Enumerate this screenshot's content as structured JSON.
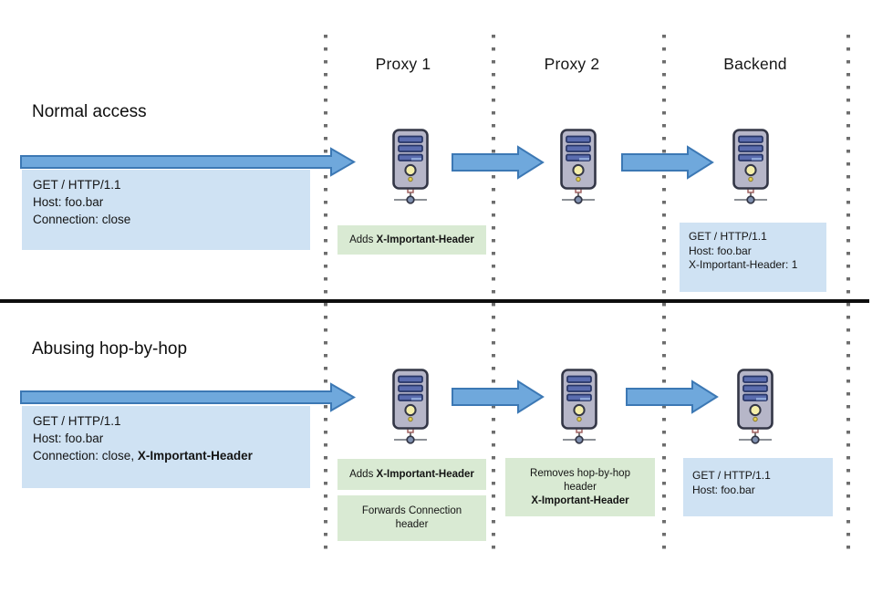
{
  "colors": {
    "arrow_fill": "#6fa8dc",
    "arrow_stroke": "#3c78b4",
    "request_box_bg": "#cfe2f3",
    "note_box_bg": "#d9ead3",
    "divider": "#0d0d0d",
    "dotted_line": "#6e6e6e"
  },
  "columns": {
    "proxy1": "Proxy 1",
    "proxy2": "Proxy 2",
    "backend": "Backend"
  },
  "icons": {
    "server": "server-tower-icon"
  },
  "top": {
    "heading": "Normal access",
    "client_request": {
      "line1": "GET / HTTP/1.1",
      "line2": "Host: foo.bar",
      "line3": "Connection: close"
    },
    "proxy1_note": {
      "text": "Adds ",
      "bold": "X-Important-Header"
    },
    "backend_request": {
      "line1": "GET / HTTP/1.1",
      "line2": "Host: foo.bar",
      "line3": "X-Important-Header: 1"
    }
  },
  "bottom": {
    "heading": "Abusing hop-by-hop",
    "client_request": {
      "line1": "GET / HTTP/1.1",
      "line2": "Host: foo.bar",
      "line3_text": "Connection: close, ",
      "line3_bold": "X-Important-Header"
    },
    "proxy1_note1": {
      "text": "Adds ",
      "bold": "X-Important-Header"
    },
    "proxy1_note2": {
      "text": "Forwards Connection header"
    },
    "proxy2_note": {
      "text": "Removes hop-by-hop header",
      "bold": "X-Important-Header"
    },
    "backend_request": {
      "line1": "GET / HTTP/1.1",
      "line2": "Host: foo.bar"
    }
  }
}
